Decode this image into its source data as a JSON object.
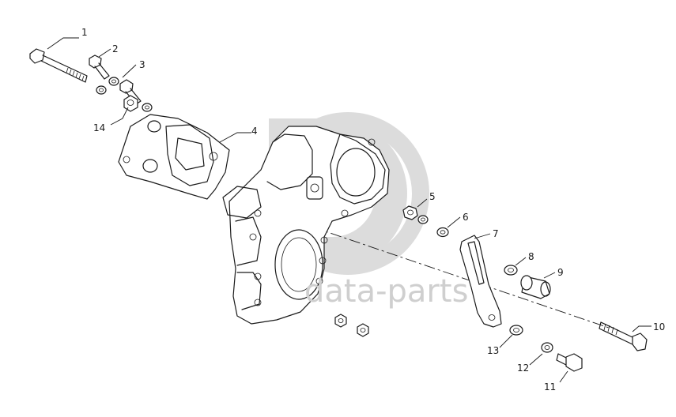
{
  "watermark": {
    "text": "data-parts",
    "color": "#cfcfcf"
  },
  "callouts": [
    {
      "id": "1",
      "label": "1"
    },
    {
      "id": "2",
      "label": "2"
    },
    {
      "id": "3",
      "label": "3"
    },
    {
      "id": "4",
      "label": "4"
    },
    {
      "id": "5",
      "label": "5"
    },
    {
      "id": "6",
      "label": "6"
    },
    {
      "id": "7",
      "label": "7"
    },
    {
      "id": "8",
      "label": "8"
    },
    {
      "id": "9",
      "label": "9"
    },
    {
      "id": "10",
      "label": "10"
    },
    {
      "id": "11",
      "label": "11"
    },
    {
      "id": "12",
      "label": "12"
    },
    {
      "id": "13",
      "label": "13"
    },
    {
      "id": "14",
      "label": "14"
    }
  ]
}
